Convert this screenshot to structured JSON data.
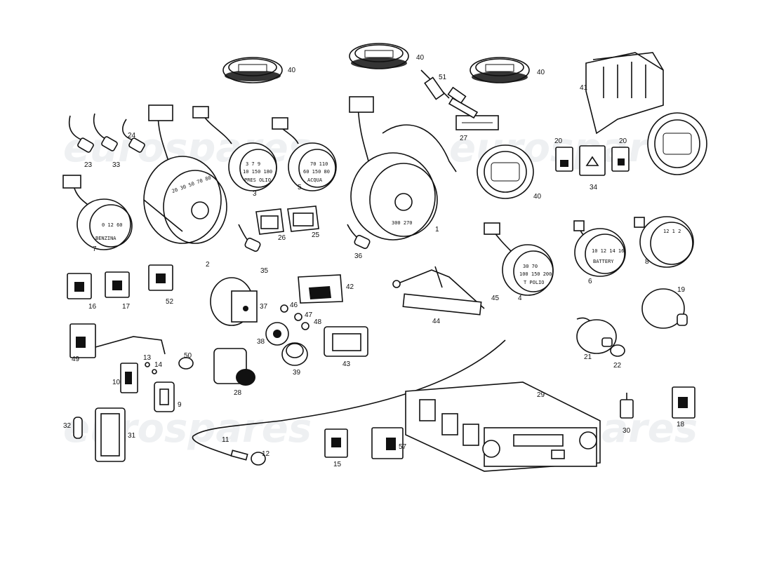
{
  "watermark": {
    "brand_left": "eurospares",
    "brand_right": "eurospares"
  },
  "gauge_texts": {
    "g7_scale": "0 12 60",
    "g7_name": "BENZINA",
    "g3_scale_top": "3 7 9",
    "g3_scale_bottom": "10 150 180",
    "g3_name": "PRES OLIO",
    "g5_scale_top": "70 110",
    "g5_scale_bottom": "60 150 80",
    "g5_name": "ACQUA",
    "g4_scale_top": "30 70",
    "g4_scale_bottom": "100 150 200",
    "g4_name": "T POLIO",
    "g6_scale": "10 12 14 16",
    "g6_name": "BATTERY",
    "g8_numbers": "12 1 2",
    "g1_scale": "300 270",
    "g2_scale": "20 30 50 70 80"
  },
  "callouts": [
    {
      "id": "c40a",
      "text": "40"
    },
    {
      "id": "c40b",
      "text": "40"
    },
    {
      "id": "c40c",
      "text": "40"
    },
    {
      "id": "c40d",
      "text": "40"
    },
    {
      "id": "c51",
      "text": "51"
    },
    {
      "id": "c41",
      "text": "41"
    },
    {
      "id": "c27",
      "text": "27"
    },
    {
      "id": "c24",
      "text": "24"
    },
    {
      "id": "c23",
      "text": "23"
    },
    {
      "id": "c33",
      "text": "33"
    },
    {
      "id": "c3",
      "text": "3"
    },
    {
      "id": "c5",
      "text": "5"
    },
    {
      "id": "c20a",
      "text": "20"
    },
    {
      "id": "c20b",
      "text": "20"
    },
    {
      "id": "c34",
      "text": "34"
    },
    {
      "id": "c7",
      "text": "7"
    },
    {
      "id": "c2",
      "text": "2"
    },
    {
      "id": "c26",
      "text": "26"
    },
    {
      "id": "c25",
      "text": "25"
    },
    {
      "id": "c1",
      "text": "1"
    },
    {
      "id": "c35",
      "text": "35"
    },
    {
      "id": "c36",
      "text": "36"
    },
    {
      "id": "c8",
      "text": "8"
    },
    {
      "id": "c6",
      "text": "6"
    },
    {
      "id": "c4",
      "text": "4"
    },
    {
      "id": "c16",
      "text": "16"
    },
    {
      "id": "c17",
      "text": "17"
    },
    {
      "id": "c52",
      "text": "52"
    },
    {
      "id": "c42",
      "text": "42"
    },
    {
      "id": "c37",
      "text": "37"
    },
    {
      "id": "c46",
      "text": "46"
    },
    {
      "id": "c47",
      "text": "47"
    },
    {
      "id": "c48",
      "text": "48"
    },
    {
      "id": "c45",
      "text": "45"
    },
    {
      "id": "c44",
      "text": "44"
    },
    {
      "id": "c19",
      "text": "19"
    },
    {
      "id": "c38",
      "text": "38"
    },
    {
      "id": "c39",
      "text": "39"
    },
    {
      "id": "c43",
      "text": "43"
    },
    {
      "id": "c49",
      "text": "49"
    },
    {
      "id": "c13",
      "text": "13"
    },
    {
      "id": "c14",
      "text": "14"
    },
    {
      "id": "c50",
      "text": "50"
    },
    {
      "id": "c10",
      "text": "10"
    },
    {
      "id": "c28",
      "text": "28"
    },
    {
      "id": "c9",
      "text": "9"
    },
    {
      "id": "c21",
      "text": "21"
    },
    {
      "id": "c22",
      "text": "22"
    },
    {
      "id": "c29",
      "text": "29"
    },
    {
      "id": "c18",
      "text": "18"
    },
    {
      "id": "c30",
      "text": "30"
    },
    {
      "id": "c32",
      "text": "32"
    },
    {
      "id": "c31",
      "text": "31"
    },
    {
      "id": "c11",
      "text": "11"
    },
    {
      "id": "c12",
      "text": "12"
    },
    {
      "id": "c15",
      "text": "15"
    },
    {
      "id": "c57",
      "text": "57"
    }
  ]
}
